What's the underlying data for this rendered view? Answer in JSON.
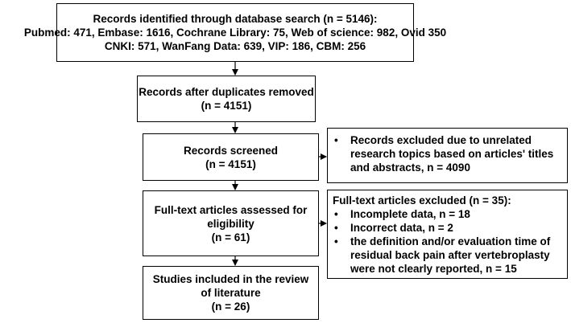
{
  "identification": {
    "lines": [
      "Records identified through database search (n = 5146):",
      "Pubmed: 471, Embase: 1616, Cochrane Library: 75, Web of science: 982, Ovid 350",
      "CNKI: 571, WanFang Data: 639, VIP: 186, CBM: 256"
    ]
  },
  "duplicates": {
    "lines": [
      "Records after duplicates removed",
      "(n = 4151)"
    ]
  },
  "screened": {
    "lines": [
      "Records screened",
      "(n = 4151)"
    ]
  },
  "fulltext": {
    "lines": [
      "Full-text articles assessed for",
      "eligibility",
      "(n = 61)"
    ]
  },
  "included": {
    "lines": [
      "Studies included in the review",
      "of literature",
      "(n = 26)"
    ]
  },
  "excluded_screen": {
    "bullets": [
      "Records excluded due to unrelated research topics based on articles' titles and abstracts, n = 4090"
    ]
  },
  "excluded_fulltext": {
    "heading": "Full-text articles excluded (n = 35):",
    "bullets": [
      "Incomplete data, n = 18",
      "Incorrect data, n = 2",
      "the definition and/or evaluation time of residual back pain after vertebroplasty were not clearly reported, n = 15"
    ]
  }
}
